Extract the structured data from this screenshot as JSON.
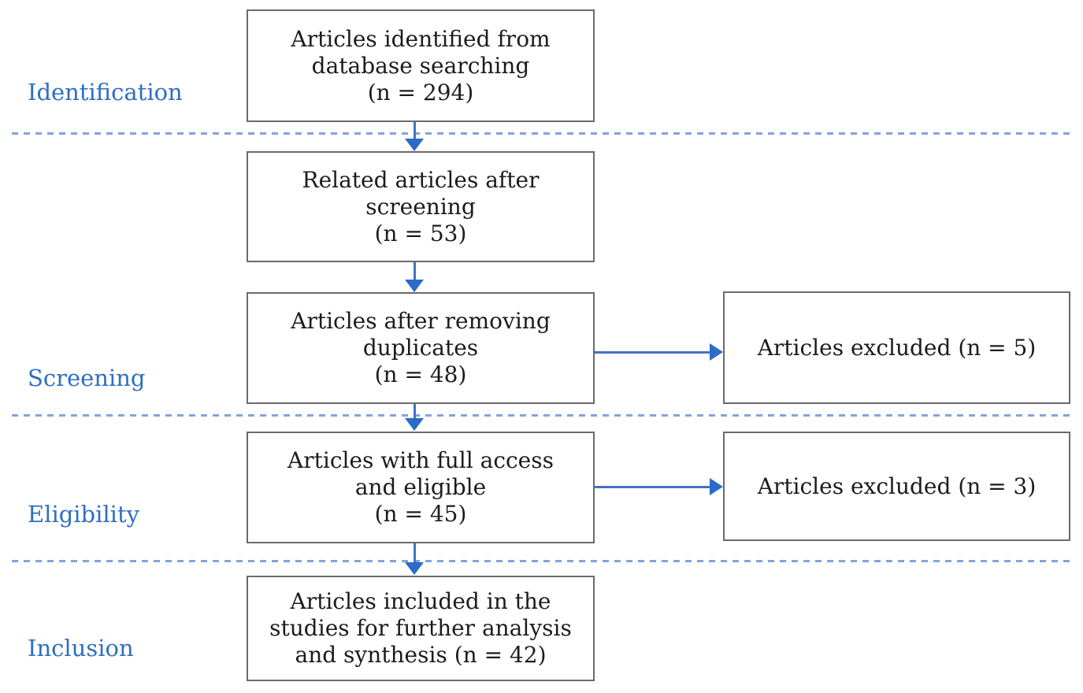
{
  "title": "PRISMA-style article selection flow diagram",
  "colors": {
    "stage_label_blue": "#2e6ec4",
    "arrow_head_blue": "#2b6bc9",
    "arrow_stem_blue": "#4472c4",
    "divider_dashed_blue": "#84a3dc",
    "box_border_gray": "#6b6b6b",
    "box_text": "#1c1c1c",
    "background": "#ffffff"
  },
  "stages": [
    {
      "label": "Identification"
    },
    {
      "label": "Screening"
    },
    {
      "label": "Eligibility"
    },
    {
      "label": "Inclusion"
    }
  ],
  "main_boxes": [
    {
      "name": "identified",
      "n": 294,
      "lines": [
        "Articles identified from",
        "database searching",
        "(n = 294)"
      ]
    },
    {
      "name": "screened",
      "n": 53,
      "lines": [
        "Related articles after",
        "screening",
        "(n = 53)"
      ]
    },
    {
      "name": "deduplicated",
      "n": 48,
      "lines": [
        "Articles after removing",
        "duplicates",
        "(n = 48)"
      ]
    },
    {
      "name": "eligible",
      "n": 45,
      "lines": [
        "Articles with full access",
        "and eligible",
        "(n = 45)"
      ]
    },
    {
      "name": "included",
      "n": 42,
      "lines": [
        "Articles included in the",
        "studies for further analysis",
        "and synthesis (n = 42)"
      ]
    }
  ],
  "excluded_boxes": [
    {
      "name": "excluded-at-screening",
      "n": 5,
      "label": "Articles excluded (n = 5)"
    },
    {
      "name": "excluded-at-eligibility",
      "n": 3,
      "label": "Articles excluded (n = 3)"
    }
  ]
}
